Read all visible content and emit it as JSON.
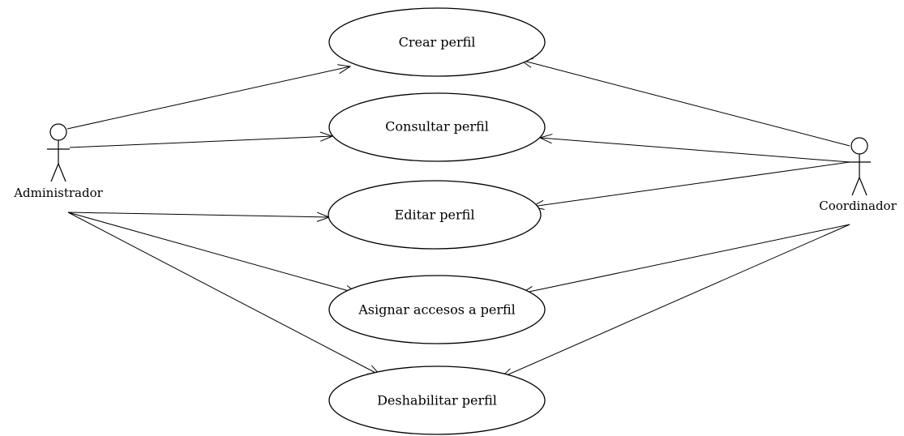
{
  "actors": {
    "admin": {
      "label": "Administrador"
    },
    "coord": {
      "label": "Coordinador"
    }
  },
  "use_cases": {
    "crear": {
      "label": "Crear perfil"
    },
    "consultar": {
      "label": "Consultar perfil"
    },
    "editar": {
      "label": "Editar perfil"
    },
    "asignar": {
      "label": "Asignar accesos a perfil"
    },
    "deshabilitar": {
      "label": "Deshabilitar perfil"
    }
  },
  "associations": [
    {
      "from": "admin",
      "to": "crear"
    },
    {
      "from": "admin",
      "to": "consultar"
    },
    {
      "from": "admin",
      "to": "editar"
    },
    {
      "from": "admin",
      "to": "asignar"
    },
    {
      "from": "admin",
      "to": "deshabilitar"
    },
    {
      "from": "coord",
      "to": "crear"
    },
    {
      "from": "coord",
      "to": "consultar"
    },
    {
      "from": "coord",
      "to": "editar"
    },
    {
      "from": "coord",
      "to": "asignar"
    },
    {
      "from": "coord",
      "to": "deshabilitar"
    }
  ],
  "colors": {
    "stroke": "#000000",
    "background": "#ffffff"
  }
}
